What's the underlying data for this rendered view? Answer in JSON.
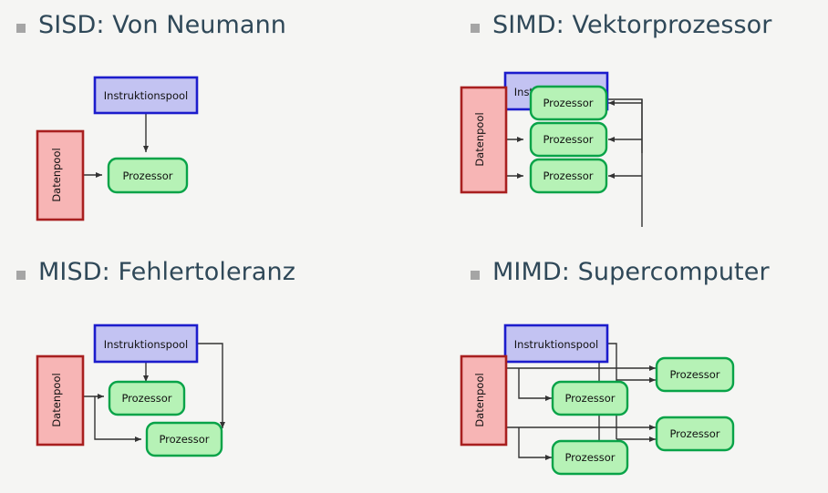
{
  "slide": {
    "background_color": "#f5f5f3",
    "heading_color": "#2f4858",
    "bullet_color": "#a5a5a5"
  },
  "palette": {
    "instruction_fill": "#c3c3f2",
    "instruction_stroke": "#1c1ccc",
    "data_fill": "#f7b5b5",
    "data_stroke": "#a81f1f",
    "processor_fill": "#b6f2b6",
    "processor_stroke": "#08a348",
    "arrow_color": "#333333"
  },
  "labels": {
    "instruction_pool": "Instruktionspool",
    "data_pool": "Datenpool",
    "processor": "Prozessor"
  },
  "quadrants": [
    {
      "id": "sisd",
      "heading": "SISD: Von Neumann",
      "processor_count": 1,
      "instruction_pool_count": 1,
      "data_pool_count": 1
    },
    {
      "id": "simd",
      "heading": "SIMD: Vektorprozessor",
      "processor_count": 3,
      "instruction_pool_count": 1,
      "data_pool_count": 1
    },
    {
      "id": "misd",
      "heading": "MISD: Fehlertoleranz",
      "processor_count": 2,
      "instruction_pool_count": 1,
      "data_pool_count": 1
    },
    {
      "id": "mimd",
      "heading": "MIMD: Supercomputer",
      "processor_count": 4,
      "instruction_pool_count": 1,
      "data_pool_count": 1
    }
  ]
}
